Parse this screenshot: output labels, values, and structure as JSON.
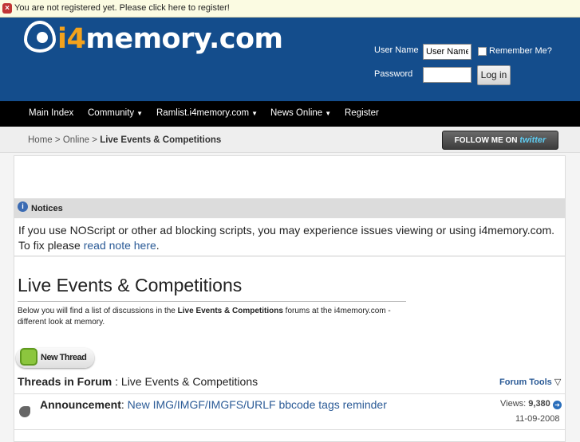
{
  "register_bar": {
    "text": "You are not registered yet. Please click here to register!"
  },
  "header": {
    "logo": {
      "prefix": "i4",
      "suffix": "memory.com"
    },
    "login": {
      "username_label": "User Name",
      "username_value": "User Name",
      "password_label": "Password",
      "remember_label": "Remember Me?",
      "login_button": "Log in"
    }
  },
  "nav": [
    {
      "label": "Main Index",
      "dropdown": false
    },
    {
      "label": "Community",
      "dropdown": true
    },
    {
      "label": "Ramlist.i4memory.com",
      "dropdown": true
    },
    {
      "label": "News Online",
      "dropdown": true
    },
    {
      "label": "Register",
      "dropdown": false
    }
  ],
  "breadcrumb": {
    "items": [
      "Home",
      "Online"
    ],
    "current": "Live Events & Competitions",
    "sep": ">"
  },
  "twitter": {
    "text": "FOLLOW ME ON",
    "brand": "twitter"
  },
  "notices": {
    "title": "Notices",
    "text": "If you use NOScript or other ad blocking scripts, you may experience issues viewing or using i4memory.com. To fix please ",
    "link": "read note here",
    "end": "."
  },
  "forum": {
    "title": "Live Events & Competitions",
    "desc_pre": "Below you will find a list of discussions in the ",
    "desc_bold": "Live Events & Competitions",
    "desc_post": " forums at the i4memory.com - different look at memory.",
    "new_thread": "New Thread",
    "threads_label": "Threads in Forum",
    "threads_sep": " : ",
    "threads_forum": "Live Events & Competitions",
    "tools": "Forum Tools"
  },
  "announcement": {
    "label": "Announcement",
    "sep": ": ",
    "title": "New IMG/IMGF/IMGFS/URLF bbcode tags reminder",
    "views_label": "Views: ",
    "views": "9,380",
    "date": "11-09-2008"
  },
  "colors": {
    "header": "#144d8c",
    "nav": "#000000",
    "link": "#2a5a96",
    "accent": "#f4a21c"
  }
}
